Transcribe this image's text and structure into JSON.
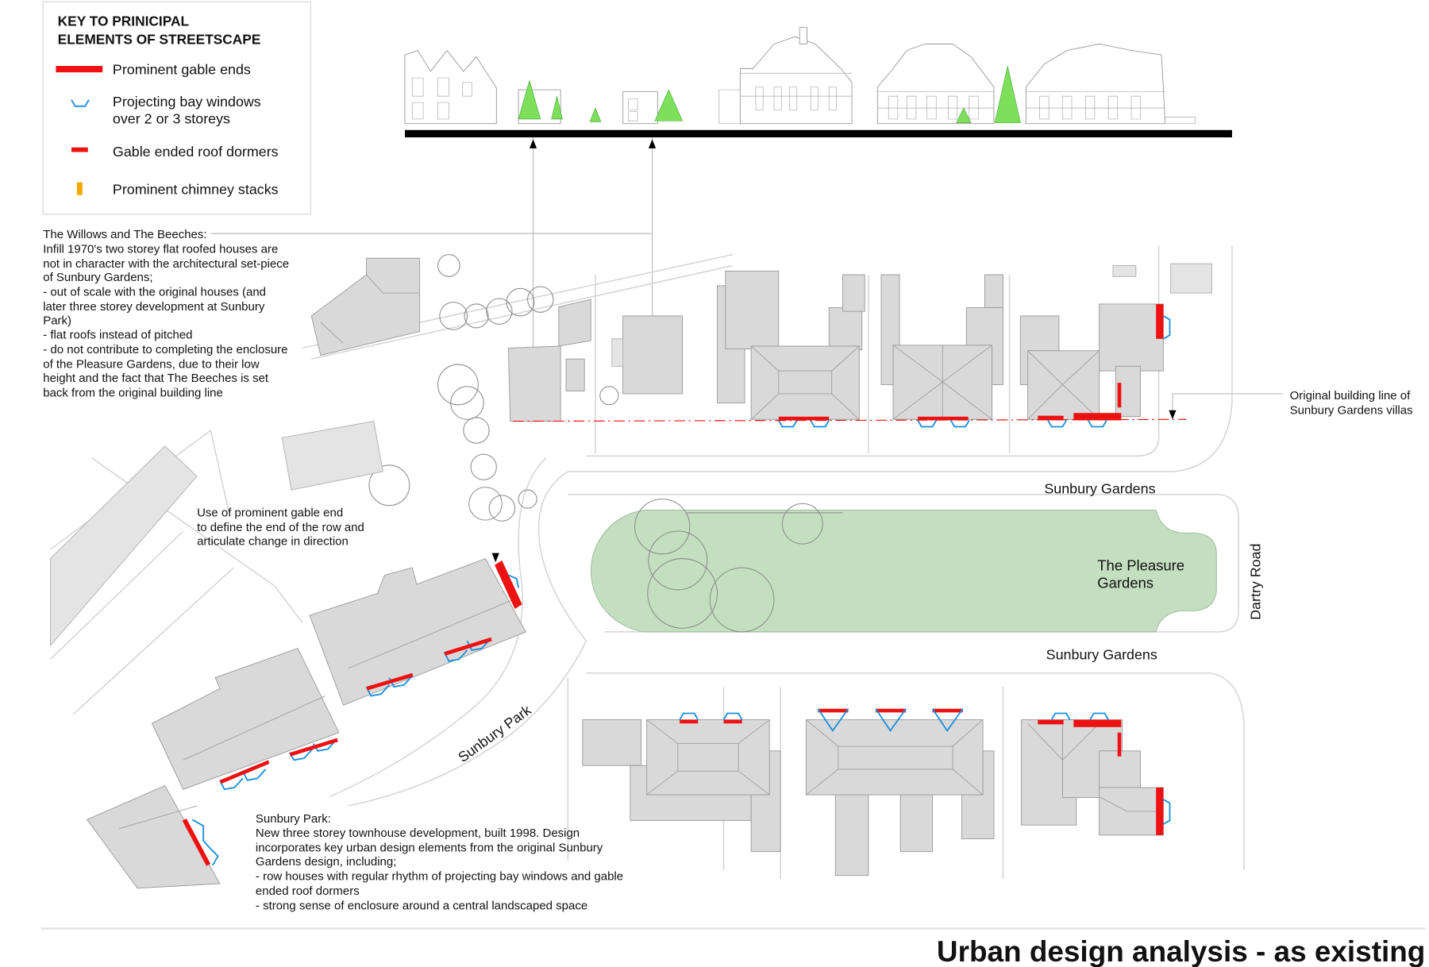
{
  "legend": {
    "title_lines": [
      "KEY TO PRINICIPAL",
      "ELEMENTS OF STREETSCAPE"
    ],
    "items": [
      {
        "icon": "red-bar-icon",
        "label_lines": [
          "Prominent gable ends"
        ]
      },
      {
        "icon": "bay-window-icon",
        "label_lines": [
          "Projecting bay windows",
          "over 2 or 3 storeys"
        ]
      },
      {
        "icon": "red-dash-icon",
        "label_lines": [
          "Gable ended roof dormers"
        ]
      },
      {
        "icon": "chimney-icon",
        "label_lines": [
          "Prominent chimney stacks"
        ]
      }
    ]
  },
  "notes": {
    "willows": [
      "The Willows and The Beeches:",
      "Infill 1970's two storey flat roofed houses are",
      "not in character with the architectural set-piece",
      "of Sunbury Gardens;",
      "- out of scale with the original houses (and",
      "later three storey development at Sunbury",
      "Park)",
      "- flat roofs instead of pitched",
      "- do not contribute to completing the enclosure",
      "of the Pleasure Gardens, due to their low",
      "height and the fact that The Beeches is set",
      "back from the original building line"
    ],
    "gable_end": [
      "Use of prominent gable end",
      "to define the end of the row and",
      "articulate change in direction"
    ],
    "sunbury_park": [
      "Sunbury Park:",
      "New three storey townhouse development, built 1998. Design",
      "incorporates key urban design elements from the original Sunbury",
      "Gardens design, including;",
      "- row houses with regular rhythm of projecting bay windows and gable",
      "ended roof dormers",
      "- strong sense of enclosure around a central landscaped space"
    ],
    "building_line": [
      "Original building line of",
      "Sunbury Gardens villas"
    ]
  },
  "labels": {
    "sunbury_gardens_north": "Sunbury Gardens",
    "sunbury_gardens_south": "Sunbury Gardens",
    "pleasure_gardens": [
      "The Pleasure",
      "Gardens"
    ],
    "dartry_road": "Dartry Road",
    "sunbury_park": "Sunbury Park"
  },
  "title": "Urban design analysis - as existing",
  "colors": {
    "gable": "#ee1111",
    "bay": "#1a8fe0",
    "chimney": "#f2a900",
    "garden": "#c4dfc0",
    "building": "#d9d9d9"
  }
}
